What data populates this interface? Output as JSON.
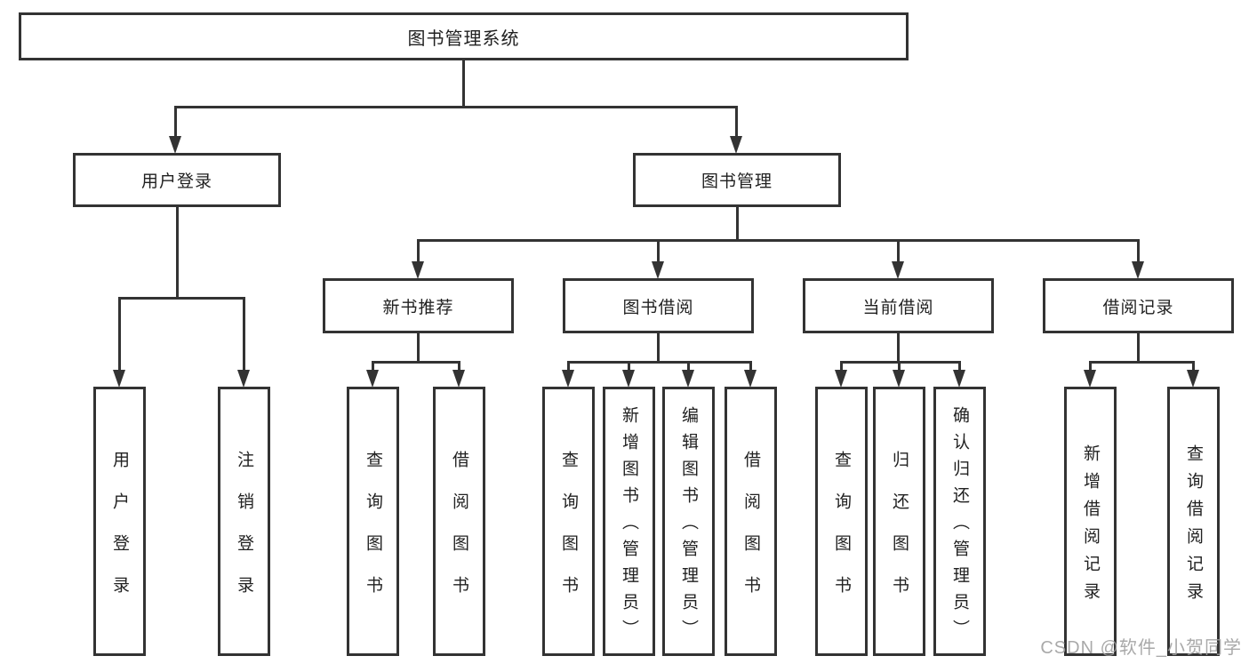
{
  "tree": {
    "root": "图书管理系统",
    "level2": {
      "user_login": "用户登录",
      "book_management": "图书管理"
    },
    "level3": {
      "new_book_recommend": "新书推荐",
      "book_borrow": "图书借阅",
      "current_borrow": "当前借阅",
      "borrow_record": "借阅记录"
    },
    "leaves": {
      "user_login": {
        "login": "用户登录",
        "logout": "注销登录"
      },
      "new_book_recommend": {
        "query": "查询图书",
        "borrow": "借阅图书"
      },
      "book_borrow": {
        "query": "查询图书",
        "add": "新增图书（管理员）",
        "edit": "编辑图书（管理员）",
        "borrow": "借阅图书"
      },
      "current_borrow": {
        "query": "查询图书",
        "return": "归还图书",
        "confirm": "确认归还（管理员）"
      },
      "borrow_record": {
        "add": "新增借阅记录",
        "query": "查询借阅记录"
      }
    }
  },
  "watermark": "CSDN @软件_小贺同学",
  "colors": {
    "line": "#333333",
    "text": "#212121",
    "background": "#ffffff",
    "watermark": "#a0a0a0"
  }
}
